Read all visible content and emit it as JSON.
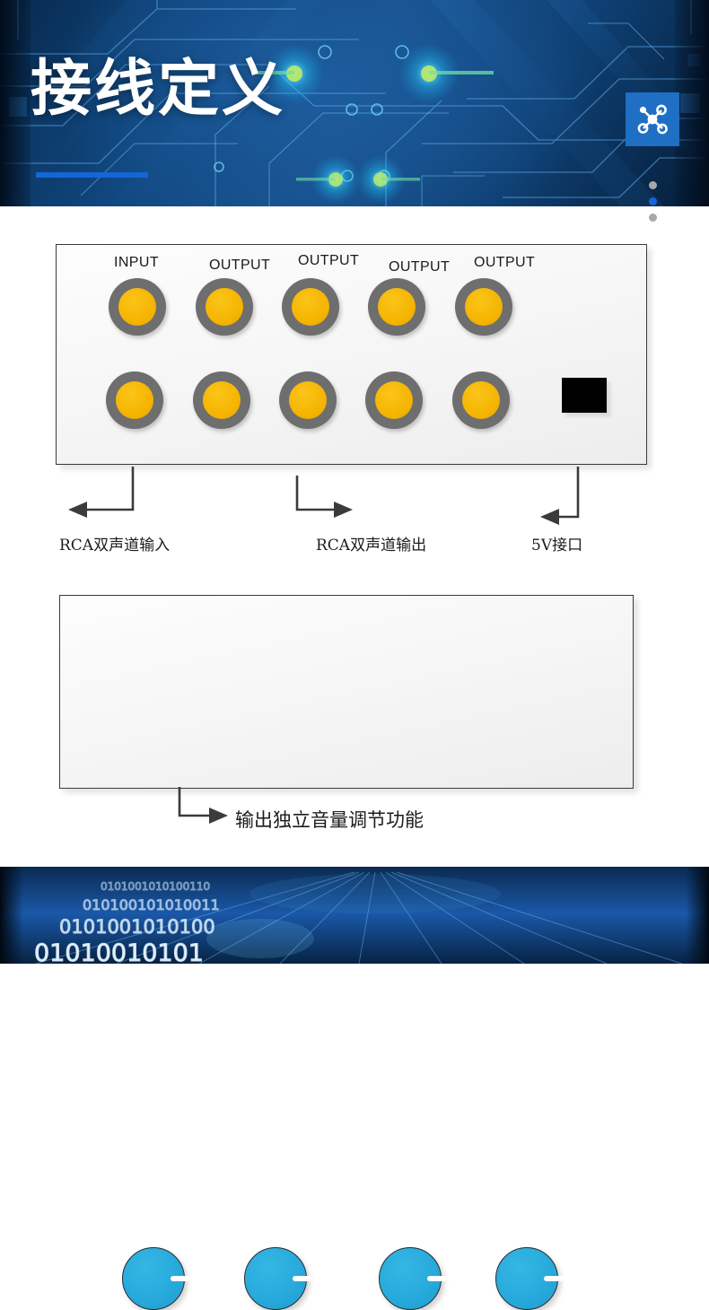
{
  "hero": {
    "title": "接线定义",
    "badge_icon": "network-nodes-icon",
    "accent_color": "#1466d8",
    "badge_bg": "#1f6fc4",
    "background": "blue-circuit-board"
  },
  "carousel": {
    "dots": [
      {
        "name": "dot-1",
        "active": false
      },
      {
        "name": "dot-2",
        "active": true
      },
      {
        "name": "dot-3",
        "active": false
      }
    ]
  },
  "connector_panel": {
    "port_labels": [
      "INPUT",
      "OUTPUT",
      "OUTPUT",
      "OUTPUT",
      "OUTPUT"
    ],
    "jack_count_top": 5,
    "jack_count_bottom": 5,
    "jack_ring_color": "#6e6e6e",
    "jack_center_color": "#f5b400",
    "power_port_color": "#000000",
    "power_port_name": "5v-power-connector"
  },
  "connector_callouts": [
    {
      "text": "RCA双声道输入",
      "direction": "left"
    },
    {
      "text": "RCA双声道输出",
      "direction": "right"
    },
    {
      "text": "5V接口",
      "direction": "left"
    }
  ],
  "knob_panel": {
    "knob_count": 4,
    "knob_color": "#27a9dc",
    "pointer_color": "#ffffff",
    "callout": {
      "text": "输出独立音量调节功能",
      "direction": "right"
    }
  },
  "footer": {
    "background": "binary-digits-perspective",
    "digits": "0101"
  }
}
